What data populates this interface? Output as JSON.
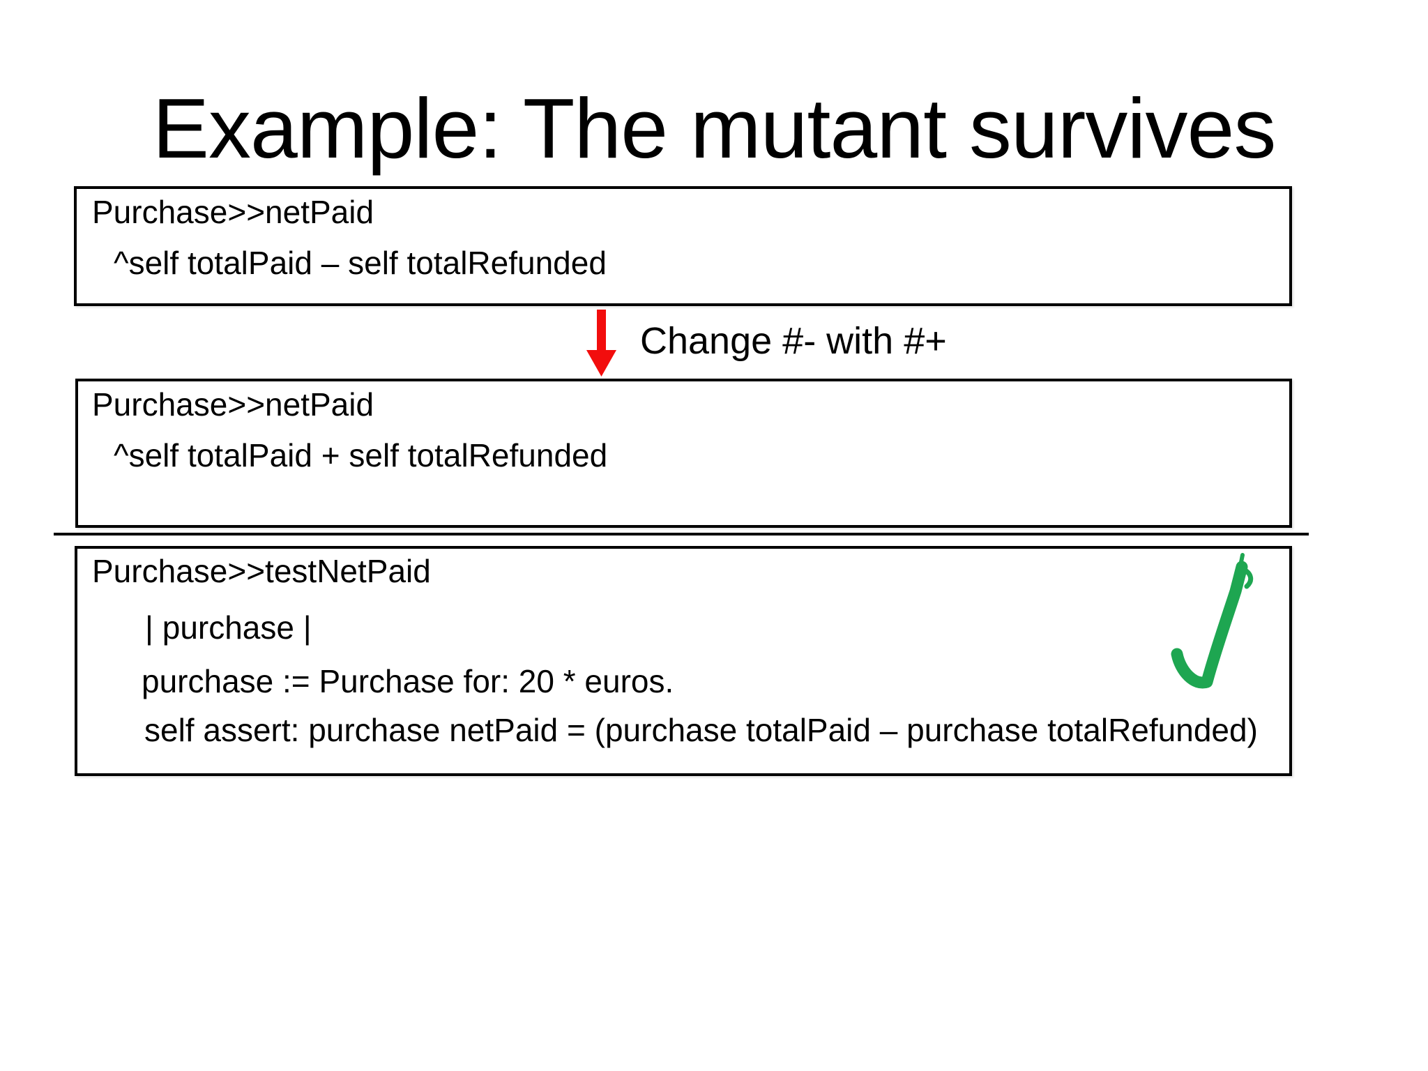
{
  "title": "Example: The mutant survives",
  "boxes": [
    {
      "id": "original-method",
      "lines": [
        "Purchase>>netPaid",
        "^self totalPaid – self totalRefunded"
      ]
    },
    {
      "id": "mutant-method",
      "lines": [
        "Purchase>>netPaid",
        "^self totalPaid + self totalRefunded"
      ]
    },
    {
      "id": "test-method",
      "lines": [
        "Purchase>>testNetPaid",
        "| purchase |",
        "purchase := Purchase for: 20 * euros.",
        "self assert: purchase netPaid = (purchase totalPaid – purchase totalRefunded)"
      ]
    }
  ],
  "annotation": {
    "label": "Change #- with #+"
  },
  "colors": {
    "arrow_red": "#f20d0d",
    "check_green": "#1ea651",
    "border_black": "#000000",
    "text_black": "#000000",
    "background": "#ffffff"
  }
}
